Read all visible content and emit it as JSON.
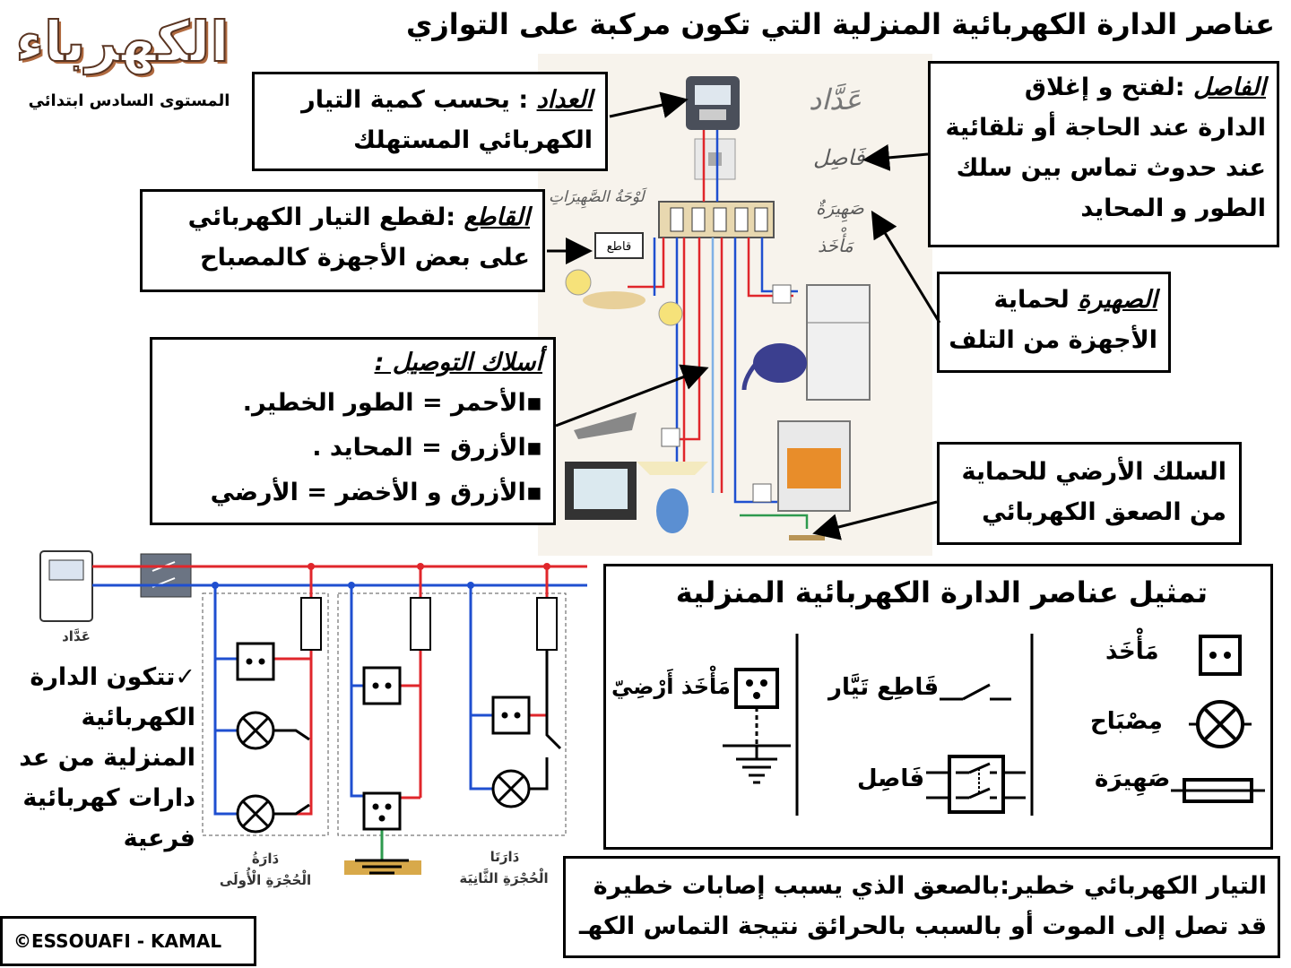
{
  "title": "عناصر الدارة الكهربائية المنزلية التي تكون مركبة على التوازي",
  "logo": {
    "word": "الكهرباء",
    "level": "المستوى السادس ابتدائي"
  },
  "callouts": {
    "meter": {
      "term": "العداد",
      "text1": " : يحسب كمية التيار",
      "text2": "الكهربائي المستهلك"
    },
    "disjoncteur": {
      "term": "الفاصل",
      "text1": " :لفتح و إغلاق",
      "text2": "الدارة عند الحاجة أو تلقائية",
      "text3": "عند حدوث تماس بين سلك",
      "text4": "الطور و المحايد"
    },
    "switch": {
      "term": "القاطع",
      "text1": " :لقطع التيار الكهربائي",
      "text2": "على بعض الأجهزة كالمصباح"
    },
    "fuse": {
      "term": "الصهيرة",
      "text1": " لحماية",
      "text2": "الأجهزة من التلف"
    },
    "wires": {
      "heading": "أسلاك التوصيل :",
      "line1": "▪الأحمر = الطور الخطير.",
      "line2": "▪الأزرق = المحايد .",
      "line3": "▪الأزرق و الأخضر = الأرضي"
    },
    "earth": {
      "text1": "السلك الأرضي للحماية",
      "text2": "من الصعق الكهربائي"
    },
    "parallel": {
      "text1": "✓تتكون الدارة",
      "text2": "الكهربائية",
      "text3": "المنزلية من عد",
      "text4": "دارات كهربائية",
      "text5": "فرعية"
    },
    "danger": {
      "text1": "التيار الكهربائي خطير:بالصعق الذي يسبب إصابات خطيرة",
      "text2": "قد تصل إلى الموت أو بالسبب بالحرائق نتيجة التماس الكهـ"
    }
  },
  "illustration_labels": {
    "meter": "عَدَّاد",
    "disjoncteur": "فَاصِل",
    "fuse": "صَهِيرَةٌ",
    "panel": "لَوْحَةُ الصَّهِيرَاتِ",
    "socket": "مَأْخَذ",
    "breaker_tag": "قاطع"
  },
  "schematic_labels": {
    "meter": "عَدَّاد",
    "room1_a": "دَارَةُ",
    "room1_b": "الْحُجْرَةِ الْأُولَى",
    "room2_a": "دَارَتَا",
    "room2_b": "الْحُجْرَةِ الثَّانِيَة"
  },
  "legend": {
    "title": "تمثيل عناصر الدارة الكهربائية المنزلية",
    "socket": "مَأْخَذ",
    "lamp": "مِصْبَاح",
    "fuse": "صَهِيرَة",
    "switch": "قَاطِع تَيَّار",
    "disjoncteur": "فَاصِل",
    "earth_socket": "مَأْخَذ أَرْضِيّ"
  },
  "copyright": "©ESSOUAFI - KAMAL",
  "colors": {
    "phase": "#e0262b",
    "neutral": "#1f4fd0",
    "earth": "#2e9a4e",
    "border": "#000000",
    "logo": "#b06a40"
  }
}
